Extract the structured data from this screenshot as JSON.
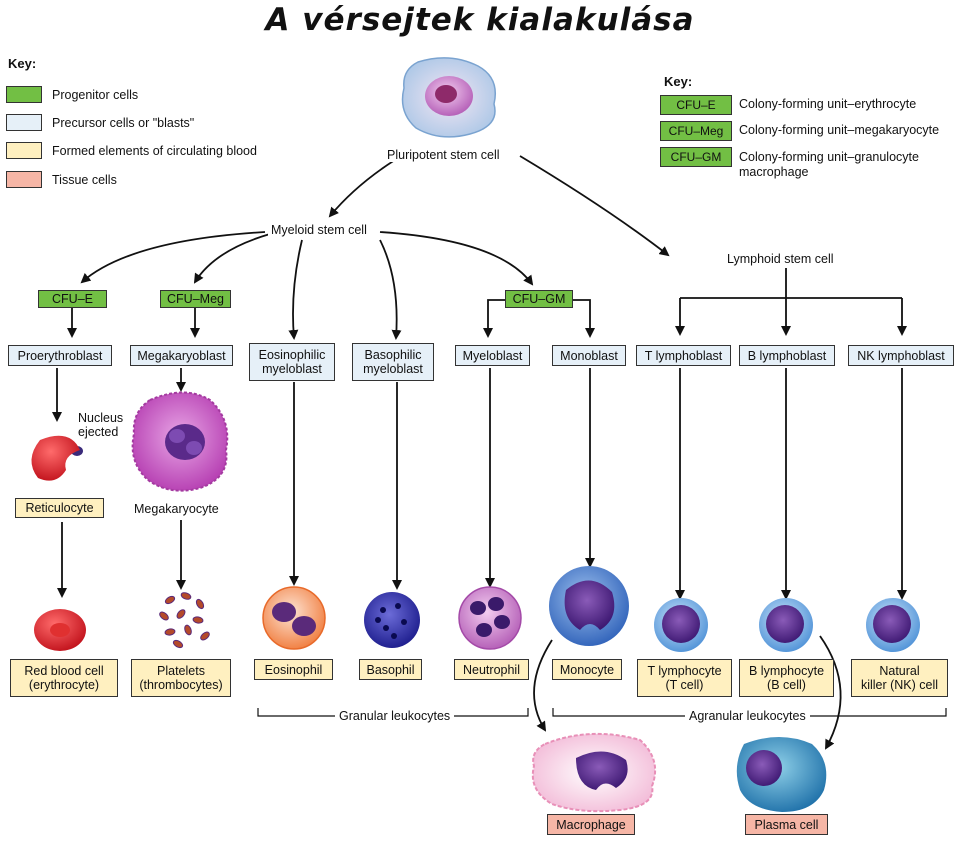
{
  "title": "A vérsejtek kialakulása",
  "key_left": {
    "heading": "Key:",
    "items": [
      {
        "label": "Progenitor cells",
        "color": "#72bf44"
      },
      {
        "label": "Precursor cells or \"blasts\"",
        "color": "#e6f0f8"
      },
      {
        "label": "Formed elements of circulating blood",
        "color": "#fff0c0"
      },
      {
        "label": "Tissue cells",
        "color": "#f6b6a6"
      }
    ]
  },
  "key_right": {
    "heading": "Key:",
    "items": [
      {
        "code": "CFU–E",
        "label": "Colony-forming unit–erythrocyte"
      },
      {
        "code": "CFU–Meg",
        "label": "Colony-forming unit–megakaryocyte"
      },
      {
        "code": "CFU–GM",
        "label": "Colony-forming unit–granulocyte\nmacrophage"
      }
    ]
  },
  "labels": {
    "pluripotent": "Pluripotent stem cell",
    "myeloid": "Myeloid stem cell",
    "lymphoid": "Lymphoid stem cell",
    "nucleus": "Nucleus\nejected",
    "megakaryocyte": "Megakaryocyte",
    "granular": "Granular leukocytes",
    "agranular": "Agranular leukocytes"
  },
  "progenitors": {
    "cfu_e": "CFU–E",
    "cfu_meg": "CFU–Meg",
    "cfu_gm": "CFU–GM"
  },
  "precursors": {
    "proerythroblast": "Proerythroblast",
    "megakaryoblast": "Megakaryoblast",
    "eosinophilic": "Eosinophilic\nmyeloblast",
    "basophilic": "Basophilic\nmyeloblast",
    "myeloblast": "Myeloblast",
    "monoblast": "Monoblast",
    "t_lymphoblast": "T lymphoblast",
    "b_lymphoblast": "B lymphoblast",
    "nk_lymphoblast": "NK lymphoblast"
  },
  "formed": {
    "reticulocyte": "Reticulocyte",
    "rbc": "Red blood cell\n(erythrocyte)",
    "platelets": "Platelets\n(thrombocytes)",
    "eosinophil": "Eosinophil",
    "basophil": "Basophil",
    "neutrophil": "Neutrophil",
    "monocyte": "Monocyte",
    "t_lymphocyte": "T lymphocyte\n(T cell)",
    "b_lymphocyte": "B lymphocyte\n(B cell)",
    "nk_cell": "Natural\nkiller (NK) cell"
  },
  "tissue": {
    "macrophage": "Macrophage",
    "plasma": "Plasma cell"
  }
}
